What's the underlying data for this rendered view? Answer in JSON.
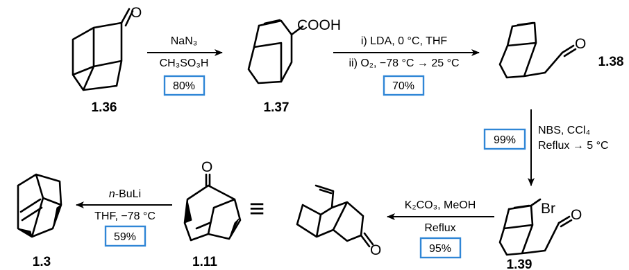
{
  "compounds": {
    "c136": "1.36",
    "c137": "1.37",
    "c138": "1.38",
    "c139": "1.39",
    "c111": "1.11",
    "c13": "1.3"
  },
  "atoms": {
    "oxygen": "O",
    "cooh": "COOH",
    "bromine": "Br"
  },
  "steps": {
    "s1": {
      "reagent_top": "NaN₃",
      "reagent_bottom": "CH₃SO₃H",
      "yield": "80%"
    },
    "s2": {
      "reagent_top": "i) LDA, 0 °C, THF",
      "reagent_bottom": "ii) O₂, −78 °C → 25 °C",
      "yield": "70%"
    },
    "s3": {
      "reagent_top": "NBS, CCl₄",
      "reagent_bottom": "Reflux → 5 °C",
      "yield": "99%"
    },
    "s4": {
      "reagent_top": "K₂CO₃, MeOH",
      "reagent_bottom": "Reflux",
      "yield": "95%"
    },
    "s5": {
      "reagent_top": "n-BuLi",
      "reagent_bottom": "THF, −78 °C",
      "yield": "59%"
    }
  },
  "equivalence_symbol": "≡",
  "colors": {
    "yield_box": "#2f86d6",
    "ink": "#000000"
  }
}
